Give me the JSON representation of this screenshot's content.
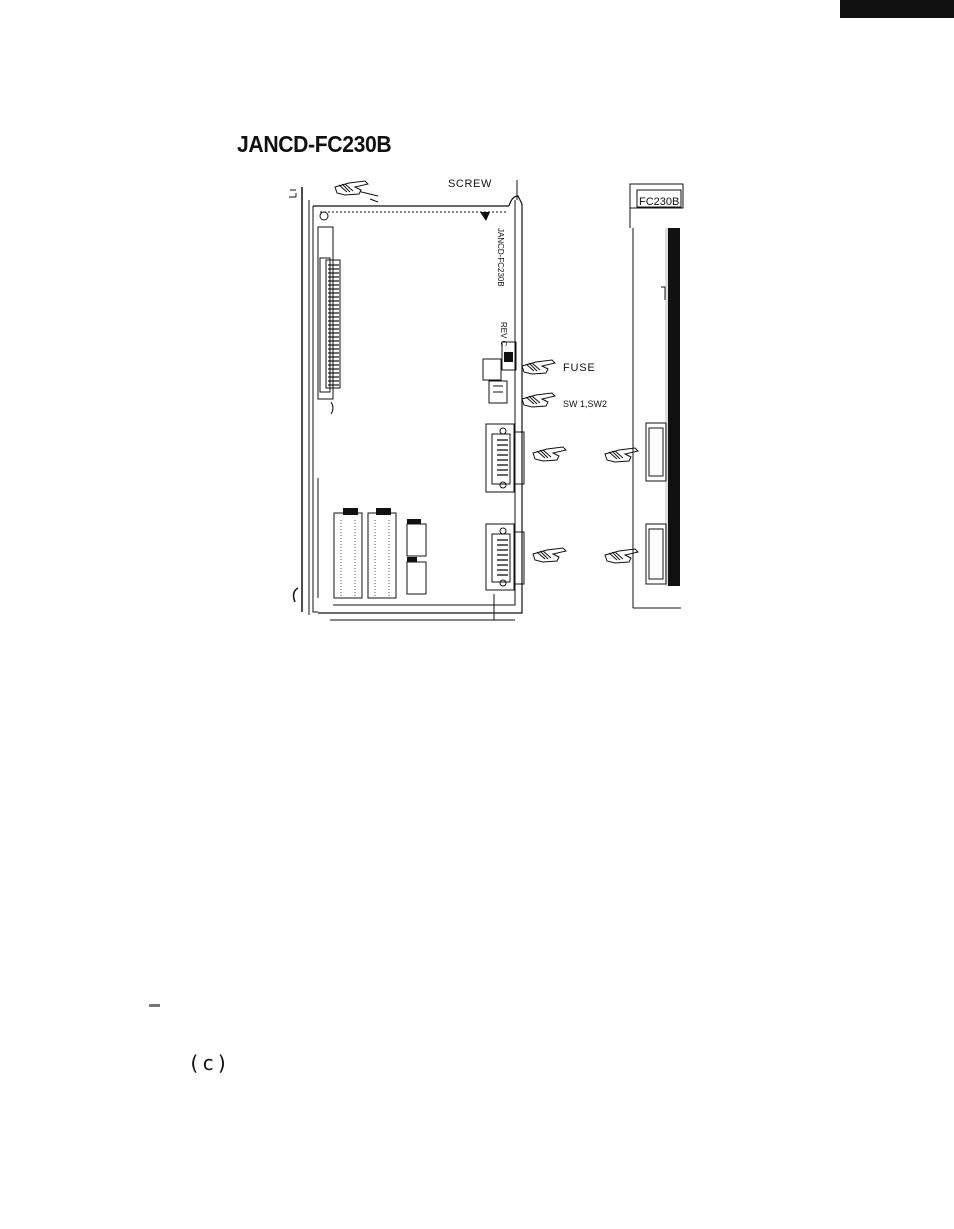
{
  "document": {
    "title": "JANCD-FC230B",
    "figure_label": "(c)"
  },
  "diagram": {
    "callouts": {
      "screw": "SCREW",
      "fuse": "FUSE",
      "switches": "SW 1,SW2"
    },
    "panel_label": "FC230B",
    "board_silkscreen": "JANCD-FC230B",
    "rev_marking": "REV C"
  },
  "icons": [
    "pointing-hand-icon"
  ]
}
